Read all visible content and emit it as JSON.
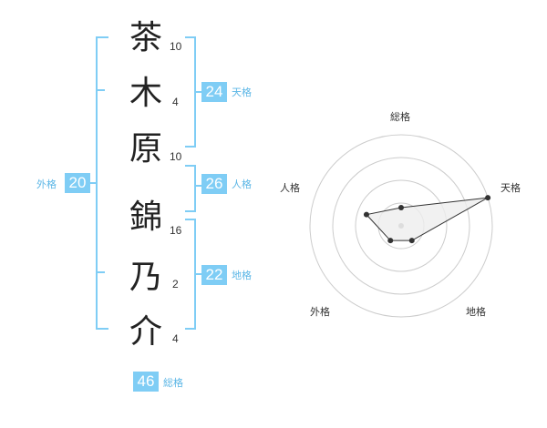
{
  "name": {
    "characters": [
      {
        "char": "茶",
        "strokes": "10"
      },
      {
        "char": "木",
        "strokes": "4"
      },
      {
        "char": "原",
        "strokes": "10"
      },
      {
        "char": "錦",
        "strokes": "16"
      },
      {
        "char": "乃",
        "strokes": "2"
      },
      {
        "char": "介",
        "strokes": "4"
      }
    ]
  },
  "fortune": {
    "tenkaku": {
      "label": "天格",
      "value": "24"
    },
    "jinkaku": {
      "label": "人格",
      "value": "26"
    },
    "chikaku": {
      "label": "地格",
      "value": "22"
    },
    "gaikaku": {
      "label": "外格",
      "value": "20"
    },
    "soukaku": {
      "label": "総格",
      "value": "46"
    }
  },
  "chart_data": {
    "type": "radar",
    "axes": [
      "総格",
      "天格",
      "地格",
      "外格",
      "人格"
    ],
    "values": [
      1,
      5,
      1,
      1,
      2
    ],
    "max": 5,
    "rings": 4,
    "colors": {
      "ring": "#cccccc",
      "fill": "#eeeeee",
      "line": "#333333",
      "center": "#dddddd"
    }
  }
}
